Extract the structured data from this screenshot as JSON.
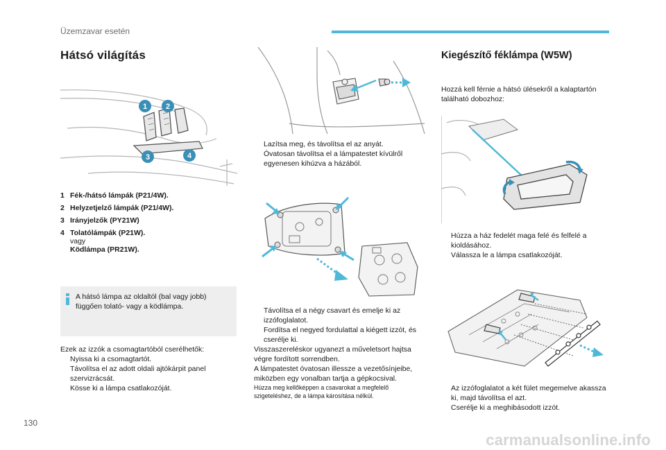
{
  "header": {
    "section_label": "Üzemzavar esetén"
  },
  "page_number": "130",
  "watermark": "carmanualsonline.info",
  "step_marker": "",
  "left": {
    "title": "Hátsó világítás",
    "callouts": [
      "1",
      "2",
      "3",
      "4"
    ],
    "bulbs": [
      {
        "num": "1",
        "text": "Fék-/hátsó lámpák (P21/4W)."
      },
      {
        "num": "2",
        "text": "Helyzetjelző lámpák (P21/4W)."
      },
      {
        "num": "3",
        "text": "Irányjelzők (PY21W)"
      },
      {
        "num": "4",
        "text": "Tolatólámpák (P21W).",
        "sub": "vagy",
        "text2": "Ködlámpa (PR21W)."
      }
    ],
    "info": "A hátsó lámpa az oldaltól (bal vagy jobb) függően tolató- vagy a ködlámpa.",
    "intro": "Ezek az izzók a csomagtartóból cserélhetők:",
    "steps": [
      "Nyissa ki a csomagtartót.",
      "Távolítsa el az adott oldali ajtókárpit panel szervizrácsát.",
      "Kösse ki a lámpa csatlakozóját."
    ]
  },
  "middle": {
    "steps_a": [
      "Lazítsa meg, és távolítsa el az anyát.",
      "Óvatosan távolítsa el a lámpatestet kívülről egyenesen kihúzva a házából."
    ],
    "steps_b": [
      "Távolítsa el a négy csavart és emelje ki az izzófoglalatot.",
      "Fordítsa el negyed fordulattal a kiégett izzót, és cserélje ki."
    ],
    "reassembly": "Visszaszereléskor ugyanezt a műveletsort hajtsa végre fordított sorrendben.",
    "care": "A lámpatestet óvatosan illessze a vezetősínjeibe, miközben egy vonalban tartja a gépkocsival.",
    "note": "Húzza meg kellőképpen a csavarokat a megfelelő szigeteléshez, de a lámpa károsítása nélkül."
  },
  "right": {
    "title": "Kiegészítő féklámpa (W5W)",
    "intro": "Hozzá kell férnie a hátsó ülésekről a kalaptartón található dobozhoz:",
    "steps_a": [
      "Húzza a ház fedelét maga felé és felfelé a kioldásához.",
      "Válassza le a lámpa csatlakozóját."
    ],
    "steps_b": [
      "Az izzófoglalatot a két fület megemelve akassza ki, majd távolítsa el azt.",
      "Cserélje ki a meghibásodott izzót."
    ]
  },
  "colors": {
    "accent": "#4fb8d8",
    "callout": "#3a8fb7",
    "info_bg": "#eeeeee"
  }
}
